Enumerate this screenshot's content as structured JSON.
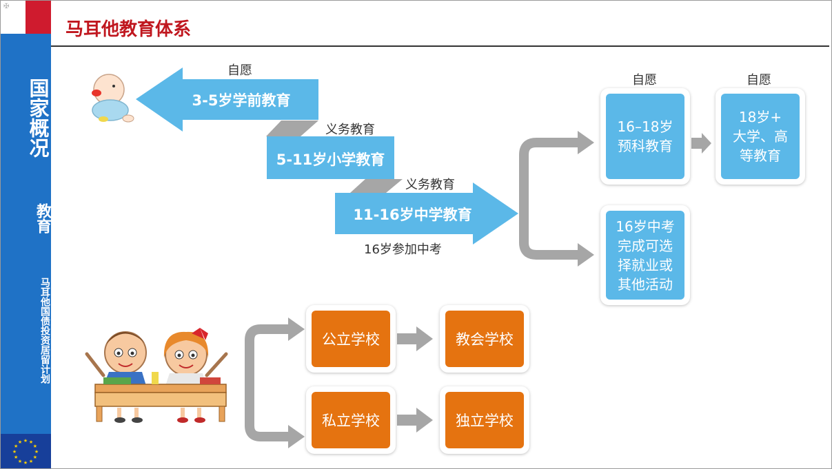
{
  "sidebar": {
    "title": "国家概况",
    "subtitle": "教育",
    "program": "马耳他国债投资居留计划"
  },
  "page_title": "马耳他教育体系",
  "stages": {
    "preschool": {
      "label": "3-5岁学前教育",
      "note": "自愿"
    },
    "primary": {
      "label": "5-11岁小学教育",
      "note": "义务教育"
    },
    "secondary": {
      "label": "11-16岁中学教育",
      "note": "义务教育",
      "below": "16岁参加中考"
    }
  },
  "options": {
    "sixthform": {
      "text": "16–18岁\n预科教育",
      "note": "自愿"
    },
    "university": {
      "text": "18岁+\n大学、高\n等教育",
      "note": "自愿"
    },
    "work": {
      "text": "16岁中考\n完成可选\n择就业或\n其他活动"
    }
  },
  "schools": {
    "public": "公立学校",
    "church": "教会学校",
    "private": "私立学校",
    "independent": "独立学校"
  },
  "colors": {
    "blue": "#5bb8e8",
    "orange": "#e57310",
    "red": "#c0171f",
    "sidebar": "#1f72c6",
    "gray": "#a6a6a6"
  }
}
